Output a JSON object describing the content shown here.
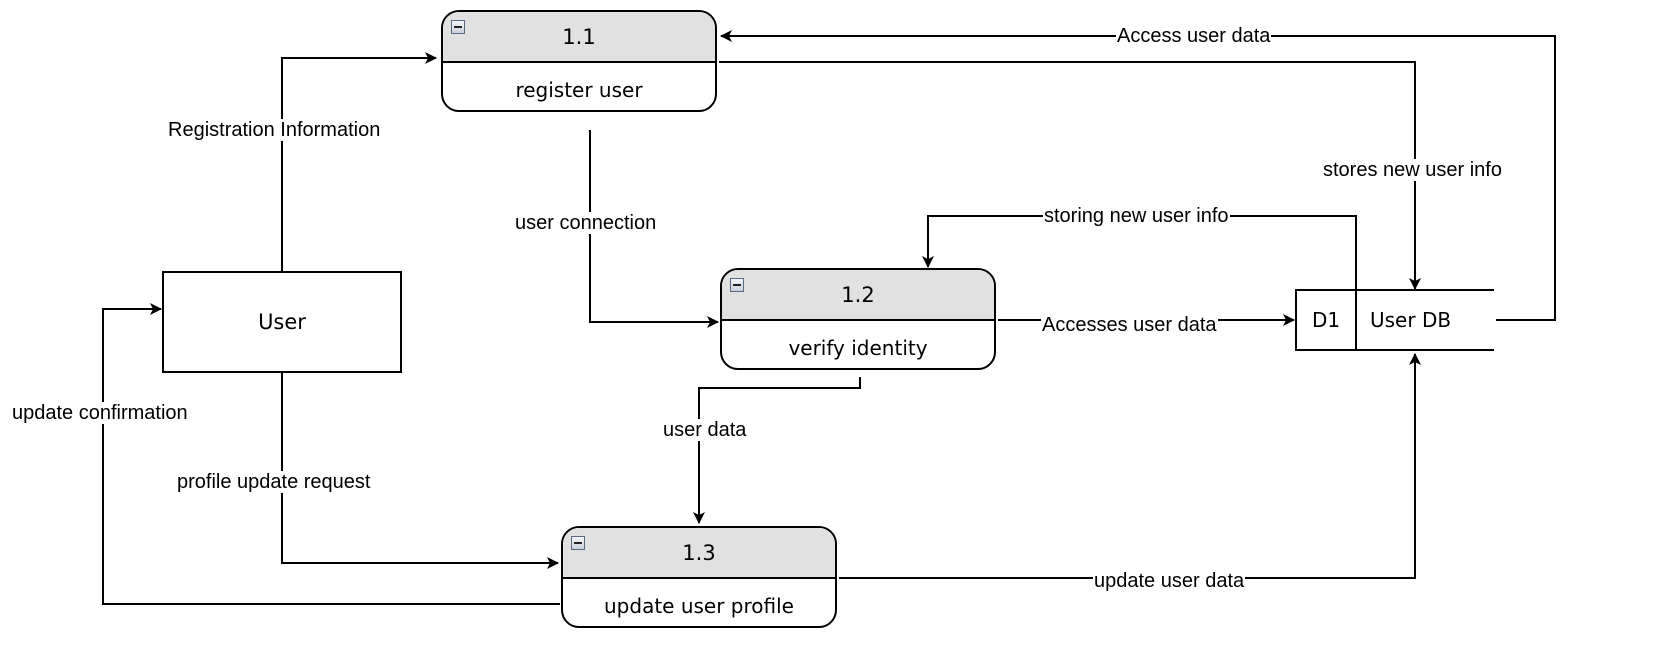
{
  "entity": {
    "label": "User"
  },
  "processes": [
    {
      "id": "1.1",
      "name": "register user"
    },
    {
      "id": "1.2",
      "name": "verify identity"
    },
    {
      "id": "1.3",
      "name": "update user profile"
    }
  ],
  "data_store": {
    "id": "D1",
    "name": "User DB"
  },
  "flows": {
    "access_user_data": "Access user data",
    "registration_information": "Registration Information",
    "stores_new_user_info": "stores new user info",
    "storing_new_user_info": "storing new user info",
    "user_connection": "user connection",
    "accesses_user_data": "Accesses user data",
    "user_data": "user data",
    "update_confirmation": "update confirmation",
    "profile_update_request": "profile update request",
    "update_user_data": "update user data"
  }
}
